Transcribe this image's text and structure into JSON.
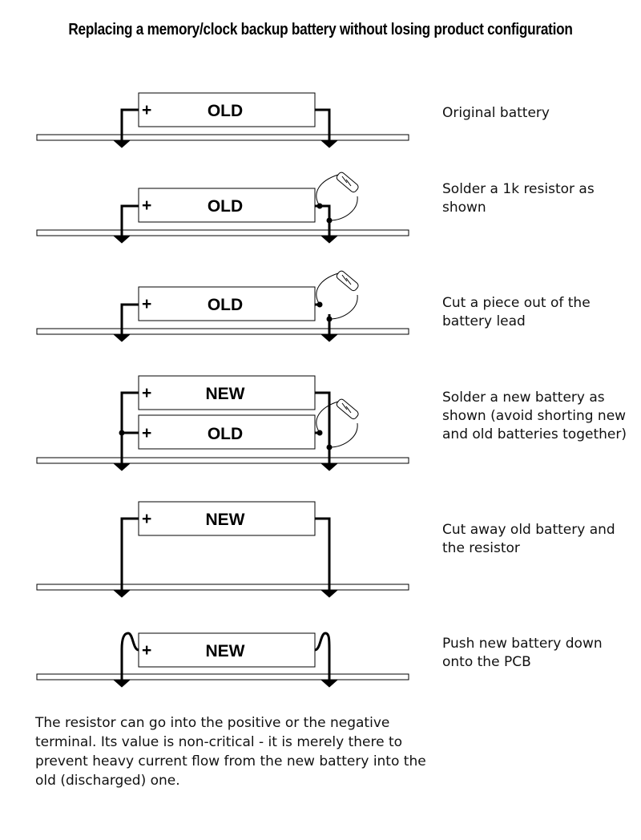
{
  "title": "Replacing a memory/clock backup battery without losing product configuration",
  "battery_labels": {
    "old": "OLD",
    "new": "NEW",
    "plus": "+"
  },
  "steps": [
    {
      "caption": "Original battery"
    },
    {
      "caption": "Solder a 1k resistor as shown"
    },
    {
      "caption": "Cut a piece out of the battery lead"
    },
    {
      "caption": "Solder a new battery as shown (avoid shorting new and old batteries together)"
    },
    {
      "caption": "Cut away old battery and the resistor"
    },
    {
      "caption": "Push new battery down onto the PCB"
    }
  ],
  "note": "The resistor can go into the positive or the negative terminal. Its value is non-critical - it is merely there to prevent heavy current flow from the new battery into the old (discharged) one."
}
